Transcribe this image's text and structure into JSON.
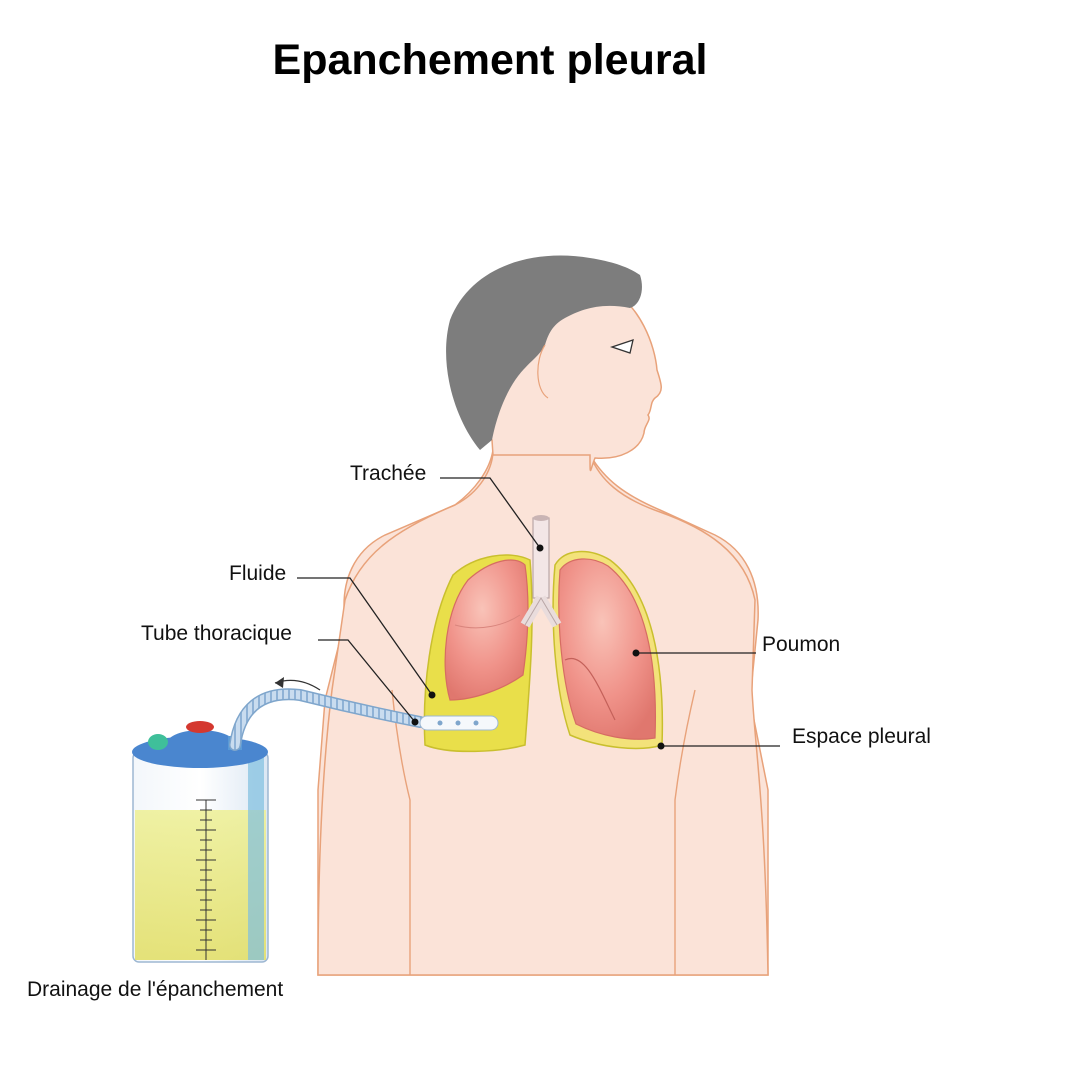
{
  "title": "Epanchement pleural",
  "labels": {
    "trachea": "Trachée",
    "fluid": "Fluide",
    "chest_tube": "Tube thoracique",
    "lung": "Poumon",
    "pleural_space": "Espace pleural",
    "drainage": "Drainage de l'épanchement"
  },
  "colors": {
    "skin": "#fbe3d8",
    "skin_outline": "#e8a27a",
    "hair": "#7d7d7d",
    "lung": "#f0938a",
    "fluid": "#e9df4a",
    "drain_fluid": "#e4e37a",
    "lid": "#4a86cf",
    "tube": "#bcd3ec"
  }
}
